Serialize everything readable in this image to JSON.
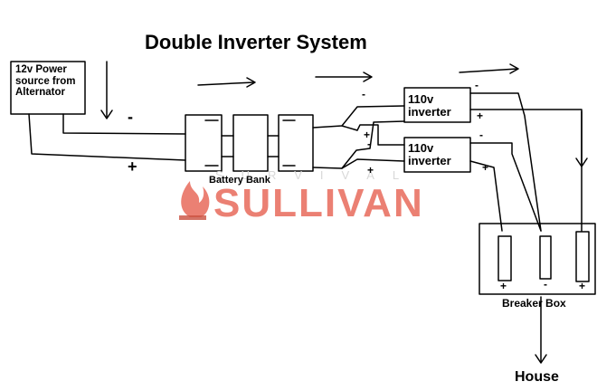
{
  "title": "Double Inverter System",
  "power_source_label": "12v Power source from Alternator",
  "source_minus": "-",
  "source_plus": "+",
  "battery_bank_label": "Battery Bank",
  "inverters": [
    {
      "label": "110v inverter",
      "neg": "-",
      "pos": "+",
      "in_neg": "-",
      "in_pos": "+"
    },
    {
      "label": "110v inverter",
      "neg": "-",
      "pos": "+",
      "in_neg": "-",
      "in_pos": "+"
    }
  ],
  "breaker_box_label": "Breaker Box",
  "breaker_terminals": [
    "+",
    "-",
    "+"
  ],
  "house_label": "House",
  "watermark": {
    "top": "SURVIVAL",
    "main": "SULLIVAN",
    "color": "#e86a5b"
  }
}
